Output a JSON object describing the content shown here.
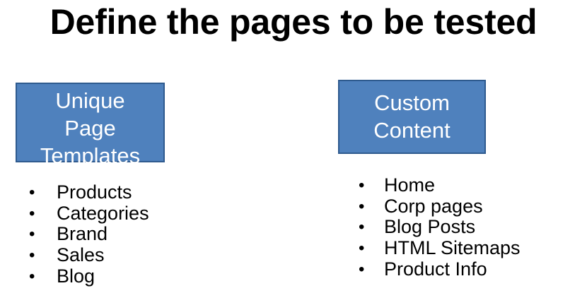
{
  "slide": {
    "title": "Define the pages to be tested",
    "background_color": "#FFFFFF",
    "text_color": "#000000"
  },
  "theme": {
    "box_fill_color": "#4F81BD",
    "box_border_color": "#2E5A8E",
    "box_text_color": "#FFFFFF",
    "bullet_glyph": "•"
  },
  "columns": [
    {
      "box": {
        "lines": [
          "Unique",
          "Page",
          "Templates"
        ]
      },
      "items": [
        {
          "bullet": "•",
          "label": "Products"
        },
        {
          "bullet": "•",
          "label": "Categories"
        },
        {
          "bullet": "•",
          "label": "Brand"
        },
        {
          "bullet": "•",
          "label": "Sales"
        },
        {
          "bullet": "•",
          "label": "Blog"
        }
      ]
    },
    {
      "box": {
        "lines": [
          "Custom",
          "Content"
        ]
      },
      "items": [
        {
          "bullet": "•",
          "label": "Home"
        },
        {
          "bullet": "•",
          "label": "Corp pages"
        },
        {
          "bullet": "•",
          "label": "Blog Posts"
        },
        {
          "bullet": "•",
          "label": "HTML Sitemaps"
        },
        {
          "bullet": "•",
          "label": "Product Info"
        }
      ]
    }
  ]
}
